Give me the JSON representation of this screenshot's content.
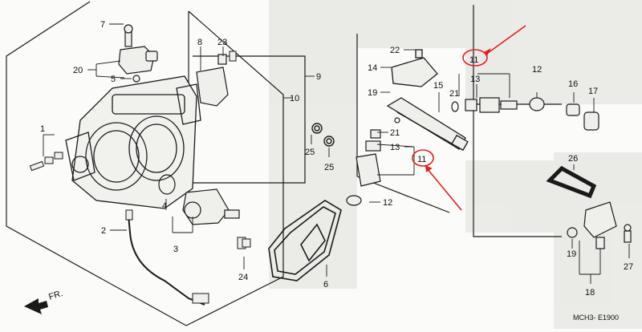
{
  "diagram": {
    "code": "MCH3- E1900",
    "direction_label": "FR.",
    "labels": {
      "p1": "1",
      "p2": "2",
      "p3": "3",
      "p4": "4",
      "p5": "5",
      "p6": "6",
      "p7": "7",
      "p8": "8",
      "p9": "9",
      "p10": "10",
      "p11_top": "11",
      "p11_mid": "11",
      "p12_top": "12",
      "p12_mid": "12",
      "p13_top": "13",
      "p13_mid": "13",
      "p14": "14",
      "p15": "15",
      "p16": "16",
      "p17": "17",
      "p18": "18",
      "p19_left": "19",
      "p19_right": "19",
      "p20": "20",
      "p21_top": "21",
      "p21_mid": "21",
      "p22": "22",
      "p23": "23",
      "p24": "24",
      "p25_a": "25",
      "p25_b": "25",
      "p26": "26",
      "p27": "27"
    }
  },
  "colors": {
    "ink": "#1a1a1a",
    "paper": "#fbfbf9",
    "shade": "#e3e3df",
    "annotation": "#e02020"
  }
}
